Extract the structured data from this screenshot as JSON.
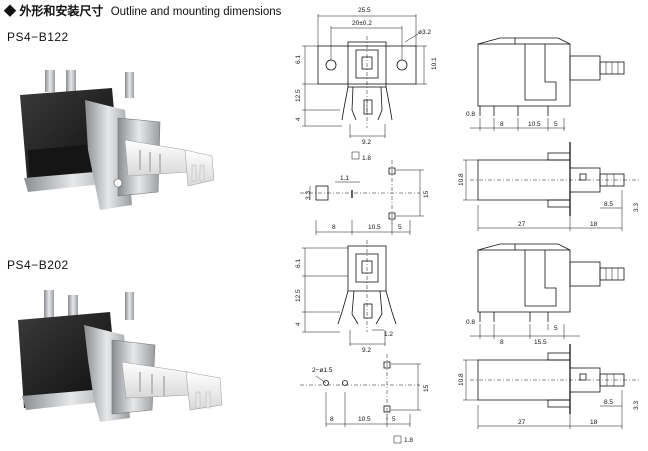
{
  "header": {
    "marker": "◆",
    "title_cn": "外形和安装尺寸",
    "title_en": "Outline and mounting dimensions"
  },
  "models": [
    "PS4−B122",
    "PS4−B202"
  ],
  "dims": {
    "front1": {
      "w": "25.5",
      "pitch": "20±0.2",
      "hole": "ø3.2",
      "h1": "6.1",
      "h2": "10.1",
      "h3": "12.5",
      "h4": "4",
      "bot": "9.2"
    },
    "side1": {
      "a": "0.8",
      "b": "8",
      "c": "10.5",
      "d": "5"
    },
    "pcb1": {
      "sq": "1.8",
      "a": "1.1",
      "v": "3.3",
      "h": "15",
      "b": "8",
      "c": "10.5",
      "d": "5"
    },
    "top1": {
      "h": "10.8",
      "a": "8.5",
      "b": "3.3",
      "l1": "27",
      "l2": "18"
    },
    "front2": {
      "h1": "6.1",
      "h2": "12.5",
      "h3": "4",
      "a": "1.2",
      "bot": "9.2"
    },
    "side2": {
      "a": "0.8",
      "b": "8",
      "c": "15.5",
      "d": "5"
    },
    "pcb2": {
      "hole": "2−ø1.5",
      "h": "15",
      "b": "8",
      "c": "10.5",
      "d": "5",
      "sq": "1.8"
    },
    "top2": {
      "h": "10.8",
      "a": "8.5",
      "b": "3.3",
      "l1": "27",
      "l2": "18"
    }
  }
}
